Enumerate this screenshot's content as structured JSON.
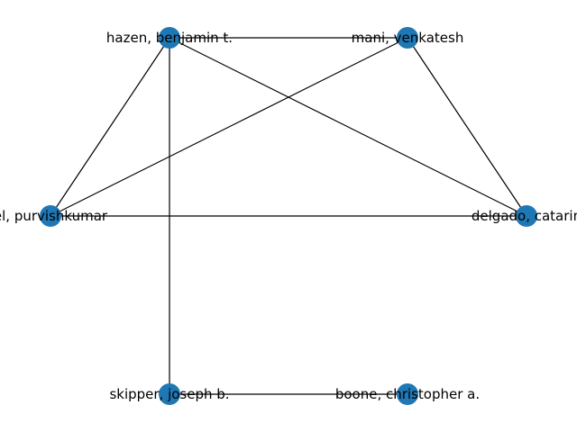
{
  "graph": {
    "node_color": "#1f77b4",
    "edge_color": "#000000",
    "nodes": [
      {
        "id": "hazen",
        "label": "hazen, benjamin t."
      },
      {
        "id": "mani",
        "label": "mani, venkatesh"
      },
      {
        "id": "patel",
        "label": "el, purvishkumar"
      },
      {
        "id": "delgado",
        "label": "delgado, catarin"
      },
      {
        "id": "skipper",
        "label": "skipper, joseph b."
      },
      {
        "id": "boone",
        "label": "boone, christopher a."
      }
    ],
    "edges": [
      [
        "hazen",
        "mani"
      ],
      [
        "hazen",
        "patel"
      ],
      [
        "hazen",
        "delgado"
      ],
      [
        "hazen",
        "skipper"
      ],
      [
        "mani",
        "patel"
      ],
      [
        "mani",
        "delgado"
      ],
      [
        "patel",
        "delgado"
      ],
      [
        "skipper",
        "boone"
      ]
    ]
  }
}
